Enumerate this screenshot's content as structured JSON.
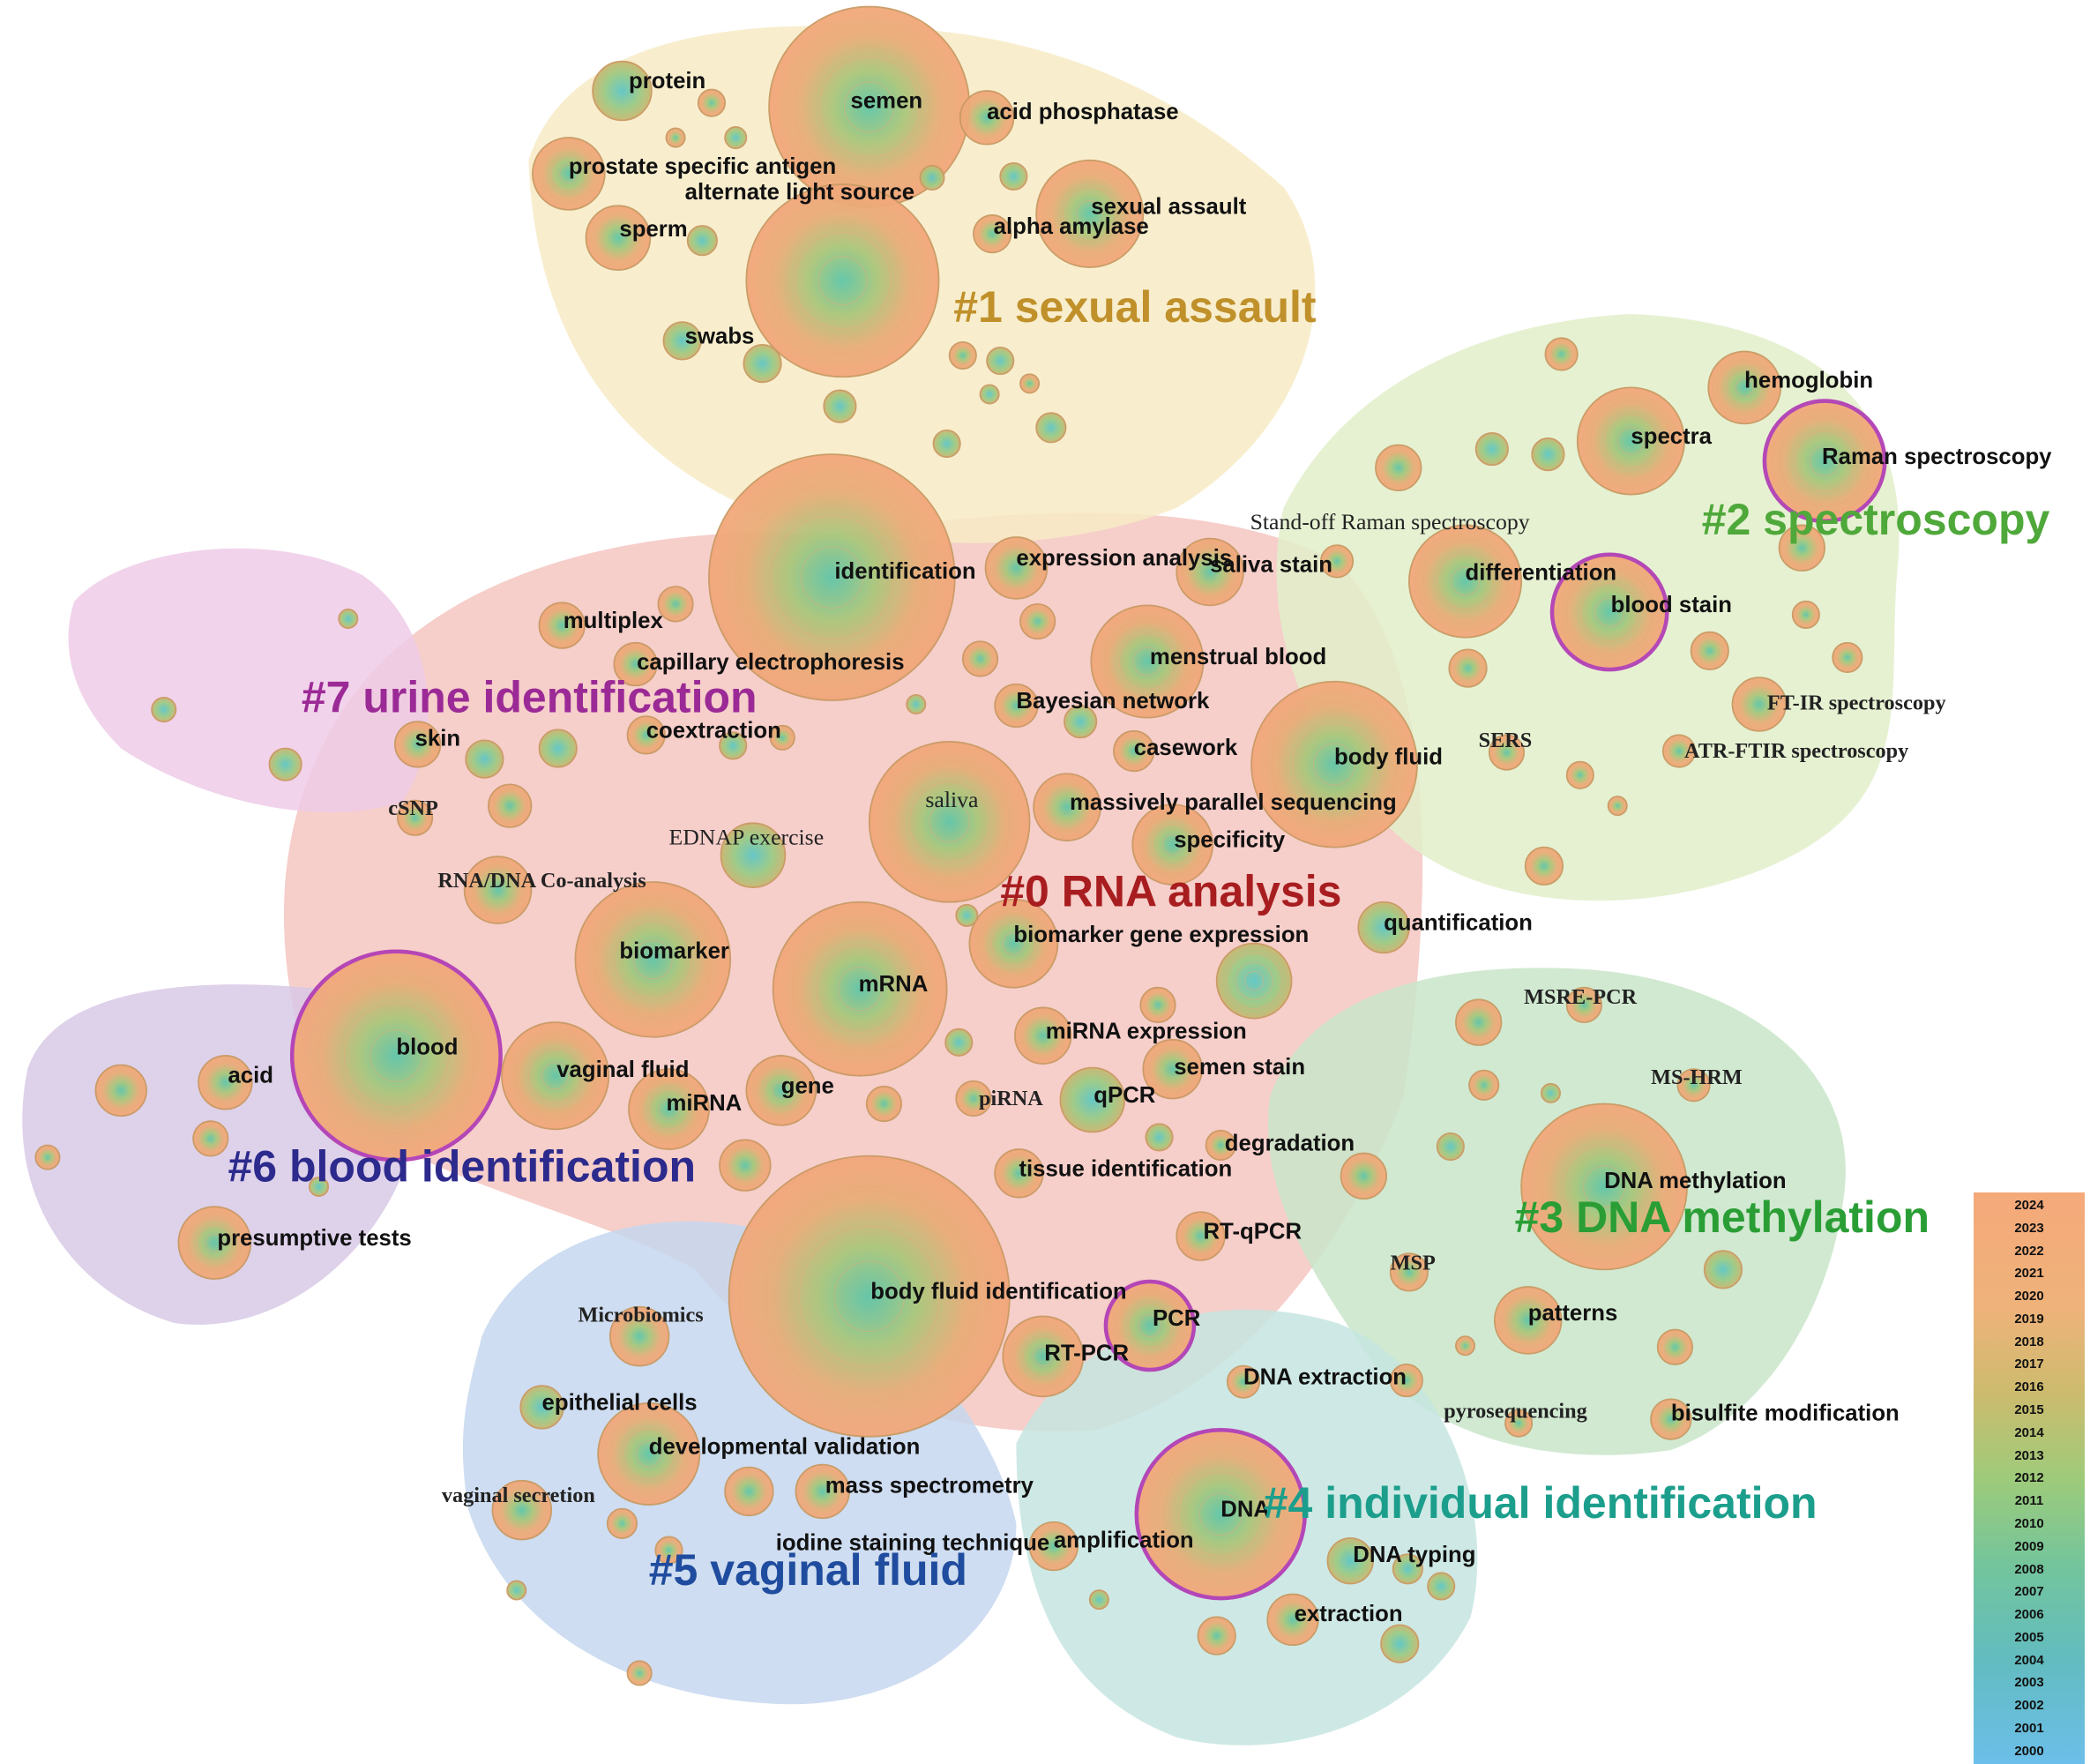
{
  "clusters": [
    {
      "label": "#0 RNA analysis",
      "color": "#a81d1f",
      "fill": "#f5c6c1"
    },
    {
      "label": "#1 sexual assault",
      "color": "#c0902a",
      "fill": "#f7ebc6"
    },
    {
      "label": "#2 spectroscopy",
      "color": "#4fa83a",
      "fill": "#e2efca"
    },
    {
      "label": "#3 DNA methylation",
      "color": "#2a9e35",
      "fill": "#c9e5c9"
    },
    {
      "label": "#4 individual identification",
      "color": "#1c9e8c",
      "fill": "#c5e5e0"
    },
    {
      "label": "#5 vaginal fluid",
      "color": "#1f4c9e",
      "fill": "#c5d7ee"
    },
    {
      "label": "#6 blood identification",
      "color": "#2c2a8c",
      "fill": "#d8c9e6"
    },
    {
      "label": "#7 urine identification",
      "color": "#9b2a96",
      "fill": "#eecbe7"
    }
  ],
  "keywords": [
    "protein",
    "semen",
    "acid phosphatase",
    "prostate specific antigen",
    "alternate light source",
    "sexual assault",
    "sperm",
    "alpha amylase",
    "swabs",
    "identification",
    "expression analysis",
    "saliva stain",
    "Stand-off Raman spectroscopy",
    "hemoglobin",
    "spectra",
    "Raman spectroscopy",
    "differentiation",
    "blood stain",
    "multiplex",
    "capillary electrophoresis",
    "menstrual blood",
    "Bayesian network",
    "coextraction",
    "skin",
    "casework",
    "body fluid",
    "SERS",
    "FT-IR spectroscopy",
    "ATR-FTIR spectroscopy",
    "cSNP",
    "saliva",
    "massively parallel sequencing",
    "EDNAP exercise",
    "specificity",
    "RNA/DNA Co-analysis",
    "biomarker gene expression",
    "quantification",
    "biomarker",
    "mRNA",
    "blood",
    "miRNA expression",
    "acid",
    "vaginal fluid",
    "semen stain",
    "gene",
    "piRNA",
    "qPCR",
    "miRNA",
    "degradation",
    "tissue identification",
    "presumptive tests",
    "DNA methylation",
    "RT-qPCR",
    "MSRE-PCR",
    "MS-HRM",
    "MSP",
    "body fluid identification",
    "Microbiomics",
    "PCR",
    "RT-PCR",
    "patterns",
    "DNA extraction",
    "epithelial cells",
    "developmental validation",
    "pyrosequencing",
    "bisulfite modification",
    "mass spectrometry",
    "vaginal secretion",
    "DNA",
    "iodine staining technique",
    "amplification",
    "DNA typing",
    "extraction"
  ],
  "legend": {
    "years": [
      "2024",
      "2023",
      "2022",
      "2021",
      "2020",
      "2019",
      "2018",
      "2017",
      "2016",
      "2015",
      "2014",
      "2013",
      "2012",
      "2011",
      "2010",
      "2009",
      "2008",
      "2007",
      "2006",
      "2005",
      "2004",
      "2003",
      "2002",
      "2001",
      "2000"
    ],
    "newest_color": "#f5a97a",
    "oldest_color": "#6cbfea"
  }
}
